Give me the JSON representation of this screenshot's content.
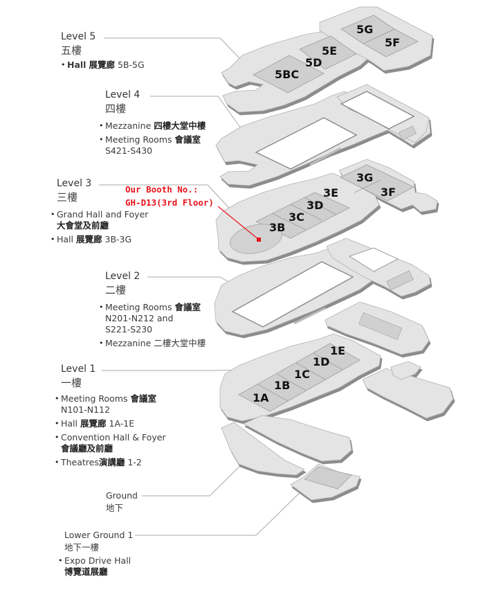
{
  "levels": [
    {
      "id": "level5",
      "title": "Level 5",
      "title_zh": "五樓",
      "items": [
        {
          "en": "Hall",
          "zh": "展覽廊",
          "suffix": "5B-5G"
        }
      ],
      "halls": [
        "5BC",
        "5D",
        "5E",
        "5G",
        "5F"
      ]
    },
    {
      "id": "level4",
      "title": "Level 4",
      "title_zh": "四樓",
      "items": [
        {
          "en": "Mezzanine",
          "zh": "四樓大堂中樓",
          "suffix": ""
        },
        {
          "en": "Meeting Rooms",
          "zh": "會議室",
          "suffix": "",
          "line2": "S421-S430"
        }
      ],
      "halls": []
    },
    {
      "id": "level3",
      "title": "Level 3",
      "title_zh": "三樓",
      "items": [
        {
          "en": "Grand Hall and Foyer",
          "zh": "",
          "suffix": "",
          "line2_zh": "大會堂及前廳"
        },
        {
          "en": "Hall",
          "zh": "展覽廊",
          "suffix": "3B-3G"
        }
      ],
      "halls": [
        "3B",
        "3C",
        "3D",
        "3E",
        "3G",
        "3F"
      ]
    },
    {
      "id": "level2",
      "title": "Level 2",
      "title_zh": "二樓",
      "items": [
        {
          "en": "Meeting Rooms",
          "zh": "會議室",
          "suffix": "",
          "line2": "N201-N212 and",
          "line3": "S221-S230"
        },
        {
          "en": "Mezzanine",
          "zh": "二樓大堂中樓",
          "suffix": ""
        }
      ],
      "halls": []
    },
    {
      "id": "level1",
      "title": "Level 1",
      "title_zh": "一樓",
      "items": [
        {
          "en": "Meeting Rooms",
          "zh": "會議室",
          "suffix": "",
          "line2": "N101-N112"
        },
        {
          "en": "Hall",
          "zh": "展覽廊",
          "suffix": "1A-1E"
        },
        {
          "en": "Convention Hall & Foyer",
          "zh": "",
          "suffix": "",
          "line2_zh": "會議廳及前廳"
        },
        {
          "en": "Theatres",
          "zh": "演講廳",
          "suffix": "1-2"
        }
      ],
      "halls": [
        "1A",
        "1B",
        "1C",
        "1D",
        "1E"
      ]
    },
    {
      "id": "ground",
      "title": "Ground",
      "title_zh": "地下",
      "items": [],
      "halls": []
    },
    {
      "id": "lower-ground-1",
      "title": "Lower Ground 1",
      "title_zh": "地下一樓",
      "items": [
        {
          "en": "Expo Drive Hall",
          "zh": "",
          "suffix": "",
          "line2_zh": "博覽道展廳"
        }
      ],
      "halls": []
    }
  ],
  "booth_annotation": {
    "line1": "Our Booth No.:",
    "line2": "GH-D13(3rd Floor)",
    "color": "#e8141b"
  },
  "colors": {
    "floor": "#e4e4e4",
    "floor_edge": "#9a9a9a",
    "hall": "#cfcfcf",
    "leader": "#a8a8a8",
    "booth": "#e8141b"
  }
}
